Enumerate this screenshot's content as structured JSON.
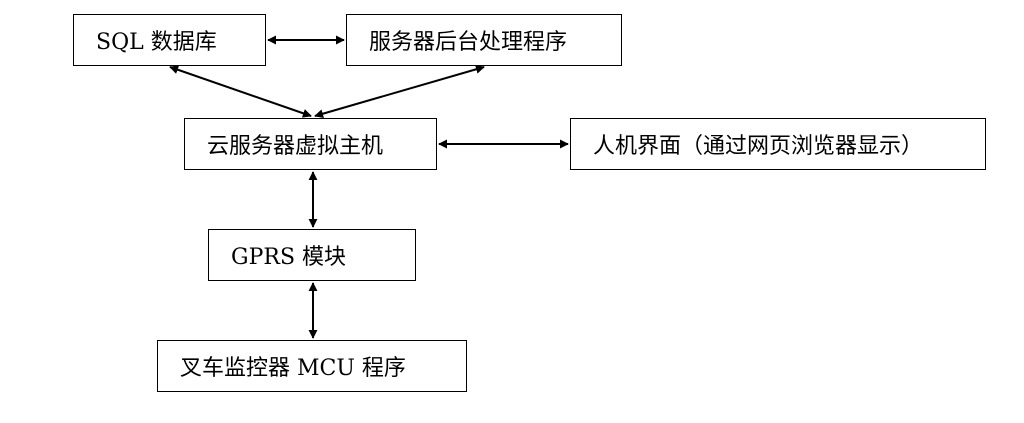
{
  "diagram": {
    "nodes": {
      "sql_db": {
        "label": "SQL 数据库"
      },
      "server_backend": {
        "label": "服务器后台处理程序"
      },
      "cloud_vm": {
        "label": "云服务器虚拟主机"
      },
      "hmi": {
        "label": "人机界面（通过网页浏览器显示）"
      },
      "gprs": {
        "label": "GPRS 模块"
      },
      "forklift_mcu": {
        "label": "叉车监控器 MCU 程序"
      }
    },
    "edges": [
      {
        "from": "sql_db",
        "to": "server_backend",
        "direction": "bidirectional"
      },
      {
        "from": "sql_db",
        "to": "cloud_vm",
        "direction": "bidirectional"
      },
      {
        "from": "server_backend",
        "to": "cloud_vm",
        "direction": "bidirectional"
      },
      {
        "from": "cloud_vm",
        "to": "hmi",
        "direction": "bidirectional"
      },
      {
        "from": "cloud_vm",
        "to": "gprs",
        "direction": "bidirectional"
      },
      {
        "from": "gprs",
        "to": "forklift_mcu",
        "direction": "bidirectional"
      }
    ],
    "colors": {
      "stroke": "#000000",
      "fill": "#ffffff",
      "text": "#000000"
    }
  }
}
